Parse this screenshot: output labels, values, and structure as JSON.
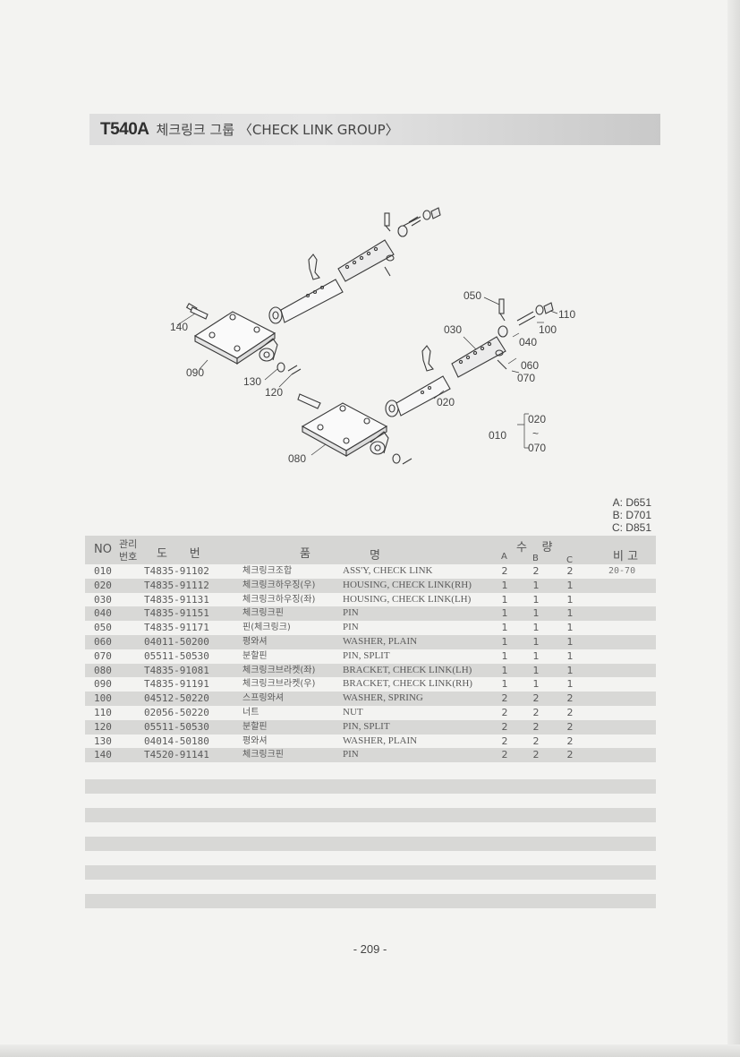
{
  "title": {
    "code": "T540A",
    "text": "체크링크 그룹 〈CHECK LINK GROUP〉"
  },
  "diagram": {
    "callouts": [
      "140",
      "090",
      "130",
      "120",
      "080",
      "050",
      "030",
      "110",
      "100",
      "040",
      "060",
      "070",
      "020"
    ],
    "range_label": {
      "start": "010",
      "top": "020",
      "tilde": "~",
      "bottom": "070"
    }
  },
  "models": [
    "A: D651",
    "B: D701",
    "C: D851"
  ],
  "table": {
    "headers": {
      "no": "NO",
      "mgmt_top": "관리",
      "mgmt_bottom": "번호",
      "part_no": "도      번",
      "name_left": "품",
      "name_right": "명",
      "qty_top": "수    량",
      "qty_a": "A",
      "qty_b": "B",
      "qty_c": "C",
      "remarks": "비 고"
    },
    "rows": [
      {
        "no": "010",
        "part": "T4835-91102",
        "kr": "체크링크조합",
        "en": "ASS'Y, CHECK LINK",
        "a": "2",
        "b": "2",
        "c": "2",
        "rem": "20-70"
      },
      {
        "no": "020",
        "part": "T4835-91112",
        "kr": "체크링크하우징(우)",
        "en": "HOUSING, CHECK LINK(RH)",
        "a": "1",
        "b": "1",
        "c": "1",
        "rem": ""
      },
      {
        "no": "030",
        "part": "T4835-91131",
        "kr": "체크링크하우징(좌)",
        "en": "HOUSING, CHECK LINK(LH)",
        "a": "1",
        "b": "1",
        "c": "1",
        "rem": ""
      },
      {
        "no": "040",
        "part": "T4835-91151",
        "kr": "체크링크핀",
        "en": "PIN",
        "a": "1",
        "b": "1",
        "c": "1",
        "rem": ""
      },
      {
        "no": "050",
        "part": "T4835-91171",
        "kr": "핀(체크링크)",
        "en": "PIN",
        "a": "1",
        "b": "1",
        "c": "1",
        "rem": ""
      },
      {
        "no": "060",
        "part": "04011-50200",
        "kr": "평와셔",
        "en": "WASHER, PLAIN",
        "a": "1",
        "b": "1",
        "c": "1",
        "rem": ""
      },
      {
        "no": "070",
        "part": "05511-50530",
        "kr": "분할핀",
        "en": "PIN, SPLIT",
        "a": "1",
        "b": "1",
        "c": "1",
        "rem": ""
      },
      {
        "no": "080",
        "part": "T4835-91081",
        "kr": "체크링크브라켓(좌)",
        "en": "BRACKET, CHECK LINK(LH)",
        "a": "1",
        "b": "1",
        "c": "1",
        "rem": ""
      },
      {
        "no": "090",
        "part": "T4835-91191",
        "kr": "체크링크브라켓(우)",
        "en": "BRACKET, CHECK LINK(RH)",
        "a": "1",
        "b": "1",
        "c": "1",
        "rem": ""
      },
      {
        "no": "100",
        "part": "04512-50220",
        "kr": "스프링와셔",
        "en": "WASHER, SPRING",
        "a": "2",
        "b": "2",
        "c": "2",
        "rem": ""
      },
      {
        "no": "110",
        "part": "02056-50220",
        "kr": "너트",
        "en": "NUT",
        "a": "2",
        "b": "2",
        "c": "2",
        "rem": ""
      },
      {
        "no": "120",
        "part": "05511-50530",
        "kr": "분할핀",
        "en": "PIN, SPLIT",
        "a": "2",
        "b": "2",
        "c": "2",
        "rem": ""
      },
      {
        "no": "130",
        "part": "04014-50180",
        "kr": "평와셔",
        "en": "WASHER, PLAIN",
        "a": "2",
        "b": "2",
        "c": "2",
        "rem": ""
      },
      {
        "no": "140",
        "part": "T4520-91141",
        "kr": "체크링크핀",
        "en": "PIN",
        "a": "2",
        "b": "2",
        "c": "2",
        "rem": ""
      }
    ]
  },
  "page_number": "- 209 -"
}
